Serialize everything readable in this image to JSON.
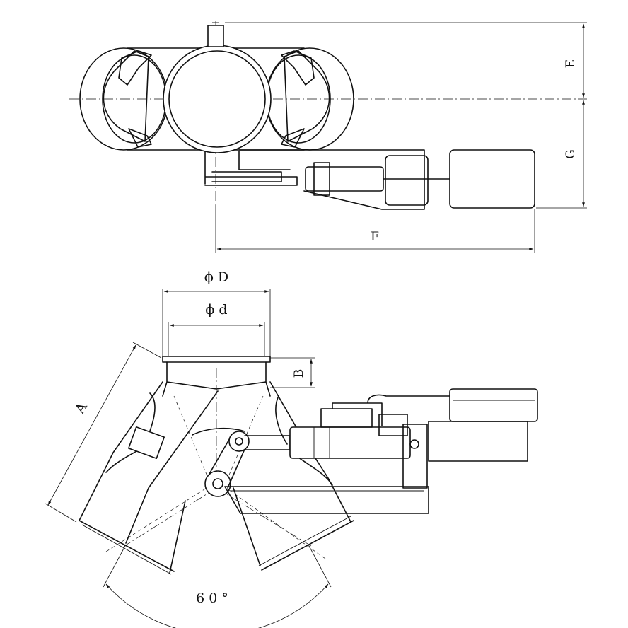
{
  "labels": {
    "E": "E",
    "G": "G",
    "F": "F",
    "D": "ϕ D",
    "d": "ϕ d",
    "B": "B",
    "A": "A",
    "angle": "6 0 °"
  }
}
